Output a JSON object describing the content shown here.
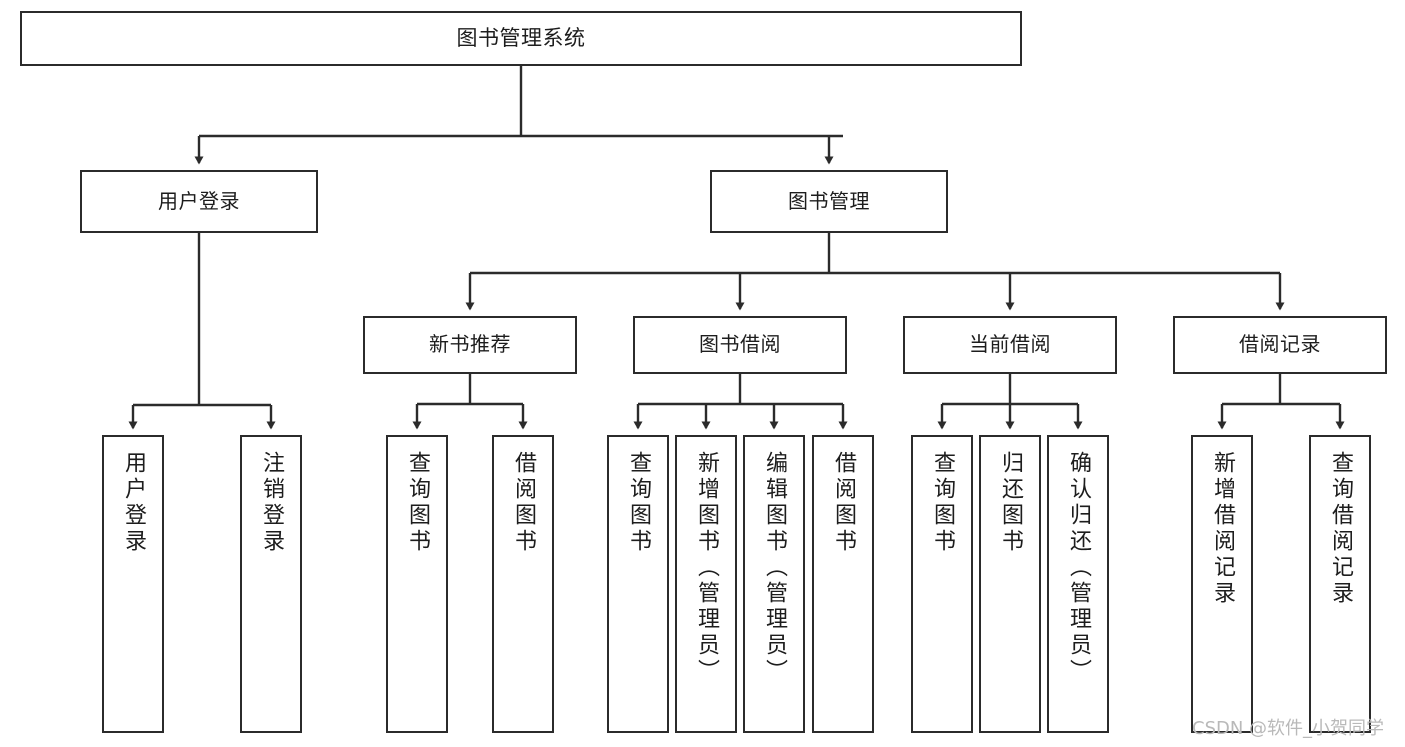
{
  "diagram": {
    "title": "图书管理系统",
    "type": "tree",
    "background_color": "#ffffff",
    "line_color": "#2b2b2b",
    "box_border_color": "#2b2b2b",
    "text_color": "#1d1d1d"
  },
  "root": {
    "label": "图书管理系统"
  },
  "level_two": [
    {
      "label": "用户登录"
    },
    {
      "label": "图书管理"
    }
  ],
  "level_three": [
    {
      "label": "新书推荐"
    },
    {
      "label": "图书借阅"
    },
    {
      "label": "当前借阅"
    },
    {
      "label": "借阅记录"
    }
  ],
  "leaves": {
    "user_login": [
      {
        "label": "用户登录"
      },
      {
        "label": "注销登录"
      }
    ],
    "new_book_recommend": [
      {
        "label": "查询图书"
      },
      {
        "label": "借阅图书"
      }
    ],
    "book_borrow": [
      {
        "label": "查询图书"
      },
      {
        "label": "新增图书（管理员）"
      },
      {
        "label": "编辑图书（管理员）"
      },
      {
        "label": "借阅图书"
      }
    ],
    "current_borrow": [
      {
        "label": "查询图书"
      },
      {
        "label": "归还图书"
      },
      {
        "label": "确认归还（管理员）"
      }
    ],
    "borrow_record": [
      {
        "label": "新增借阅记录"
      },
      {
        "label": "查询借阅记录"
      }
    ]
  },
  "watermark": {
    "text": "CSDN @软件_小贺同学"
  }
}
